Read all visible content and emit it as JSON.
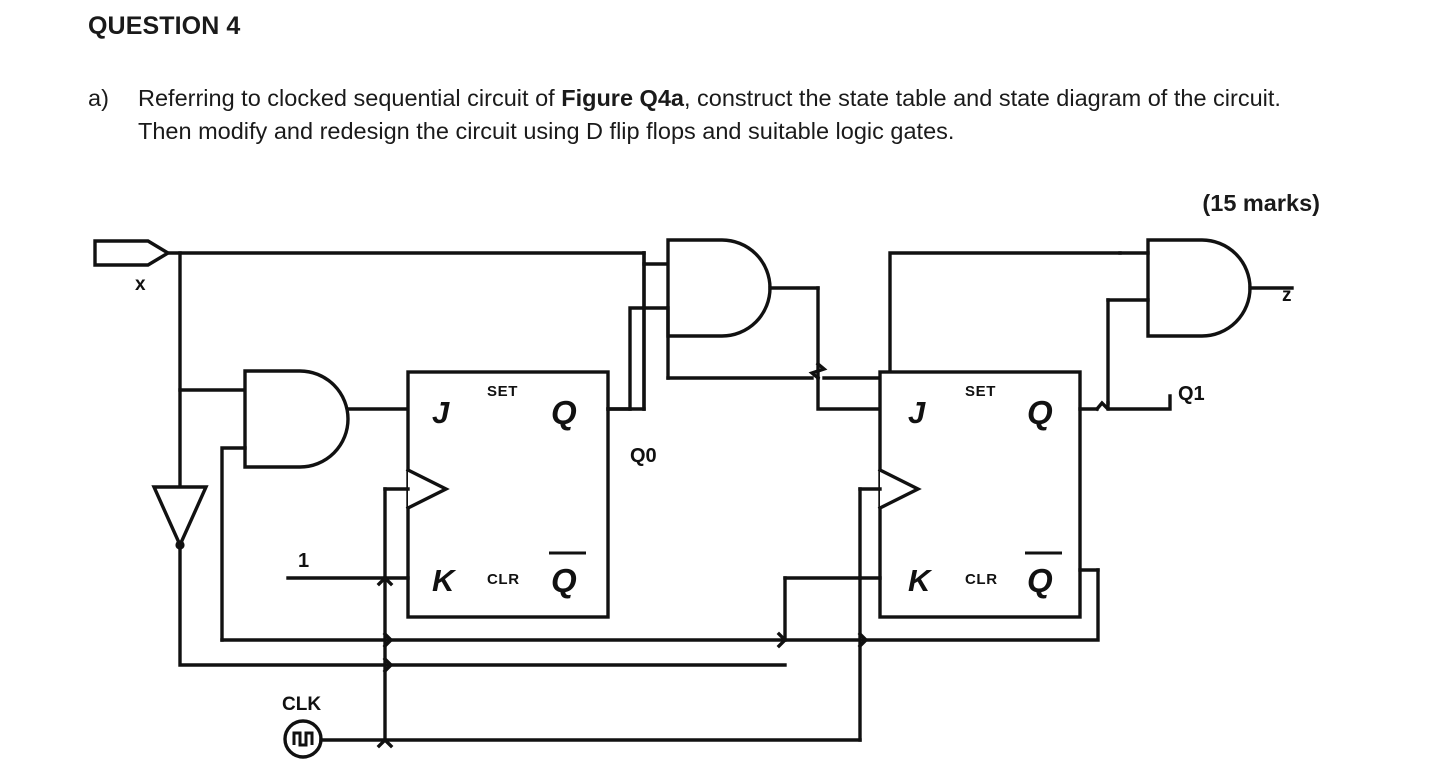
{
  "document": {
    "title": "QUESTION 4",
    "items": [
      {
        "label": "a)",
        "text_parts": [
          {
            "text": "Referring to clocked sequential circuit of ",
            "bold": false
          },
          {
            "text": "Figure Q4a",
            "bold": true
          },
          {
            "text": ", construct the state table and state diagram of the circuit. Then modify and redesign the circuit using D flip flops and suitable logic gates.",
            "bold": false
          }
        ],
        "plain_text": "Referring to clocked sequential circuit of Figure Q4a, construct the state table and state diagram of the circuit. Then modify and redesign the circuit using D flip flops and suitable logic gates."
      }
    ],
    "marks": "(15 marks)"
  },
  "circuit": {
    "name": "Figure Q4a clocked sequential circuit",
    "line_color": "#111111",
    "fill_color": "#ffffff",
    "labels": {
      "input_x": "x",
      "output_z": "z",
      "state_q0": "Q0",
      "state_q1": "Q1",
      "logic_one": "1",
      "clock": "CLK"
    },
    "flipflops": [
      {
        "id": "ff0",
        "inputs": [
          "J",
          "K"
        ],
        "outputs": [
          "Q",
          "Q"
        ],
        "set_label": "SET",
        "clr_label": "CLR",
        "state_output": "Q0"
      },
      {
        "id": "ff1",
        "inputs": [
          "J",
          "K"
        ],
        "outputs": [
          "Q",
          "Q"
        ],
        "set_label": "SET",
        "clr_label": "CLR",
        "state_output": "Q1"
      }
    ],
    "gates": [
      {
        "id": "and-left",
        "type": "AND",
        "inputs": 2
      },
      {
        "id": "and-top-middle",
        "type": "AND",
        "inputs": 2
      },
      {
        "id": "and-right",
        "type": "AND",
        "inputs": 2,
        "output": "z"
      },
      {
        "id": "inverter-x",
        "type": "INVERTER",
        "inputs": 1
      }
    ]
  }
}
